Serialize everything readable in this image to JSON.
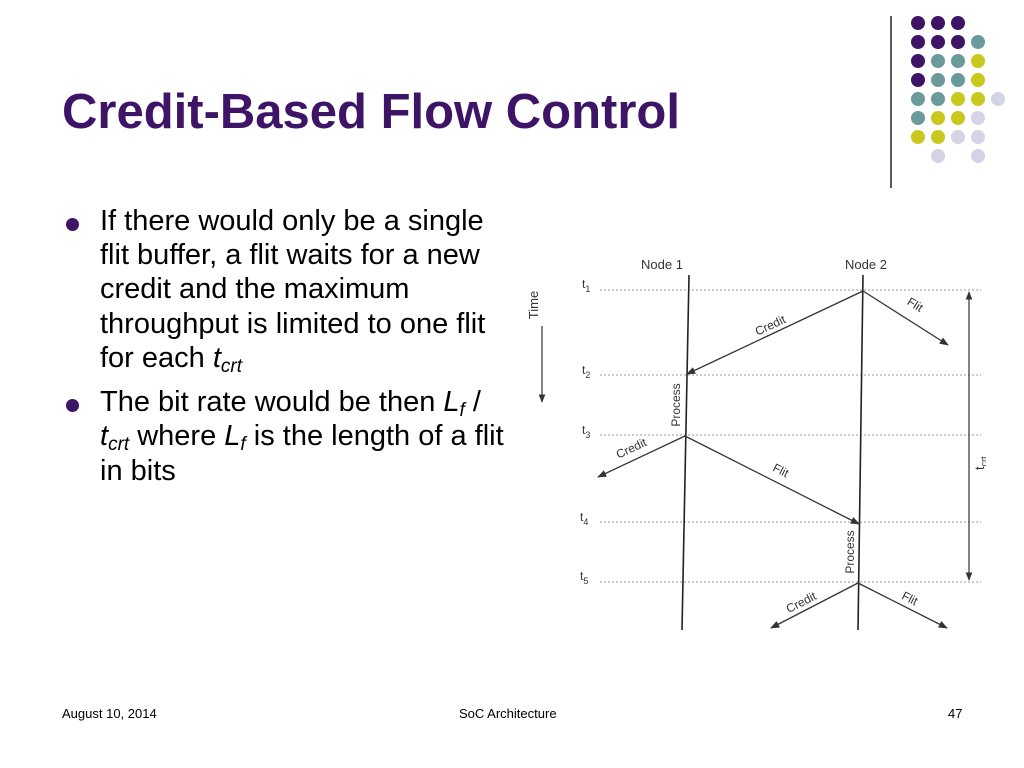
{
  "slide": {
    "title": "Credit-Based Flow Control",
    "bullets": [
      {
        "segments": [
          {
            "t": "If there would only be a single flit buffer, a flit waits for a new credit and the maximum throughput is limited to one flit for each "
          },
          {
            "t": "t",
            "i": true
          },
          {
            "t": "crt",
            "i": true,
            "sub": true
          }
        ]
      },
      {
        "segments": [
          {
            "t": "The bit rate would be then "
          },
          {
            "t": "L",
            "i": true
          },
          {
            "t": "f",
            "i": true,
            "sub": true
          },
          {
            "t": " / "
          },
          {
            "t": "t",
            "i": true
          },
          {
            "t": "crt",
            "i": true,
            "sub": true
          },
          {
            "t": " where "
          },
          {
            "t": "L",
            "i": true
          },
          {
            "t": "f",
            "i": true,
            "sub": true
          },
          {
            "t": " is the length of a flit in bits"
          }
        ]
      }
    ]
  },
  "diagram": {
    "node1": "Node 1",
    "node2": "Node 2",
    "time": "Time",
    "t_main": "t",
    "t_subs": [
      "1",
      "2",
      "3",
      "4",
      "5"
    ],
    "credit": "Credit",
    "flit": "Flit",
    "process": "Process",
    "tcrt_t": "t",
    "tcrt_sub": "crt"
  },
  "footer": {
    "date": "August 10, 2014",
    "title": "SoC Architecture",
    "page": "47"
  },
  "colors": {
    "title": "#3d1466",
    "dot_purple": "#3d1466",
    "dot_teal": "#6b9a9a",
    "dot_yellow": "#c8c81e",
    "dot_lavender": "#d4d4e6"
  }
}
